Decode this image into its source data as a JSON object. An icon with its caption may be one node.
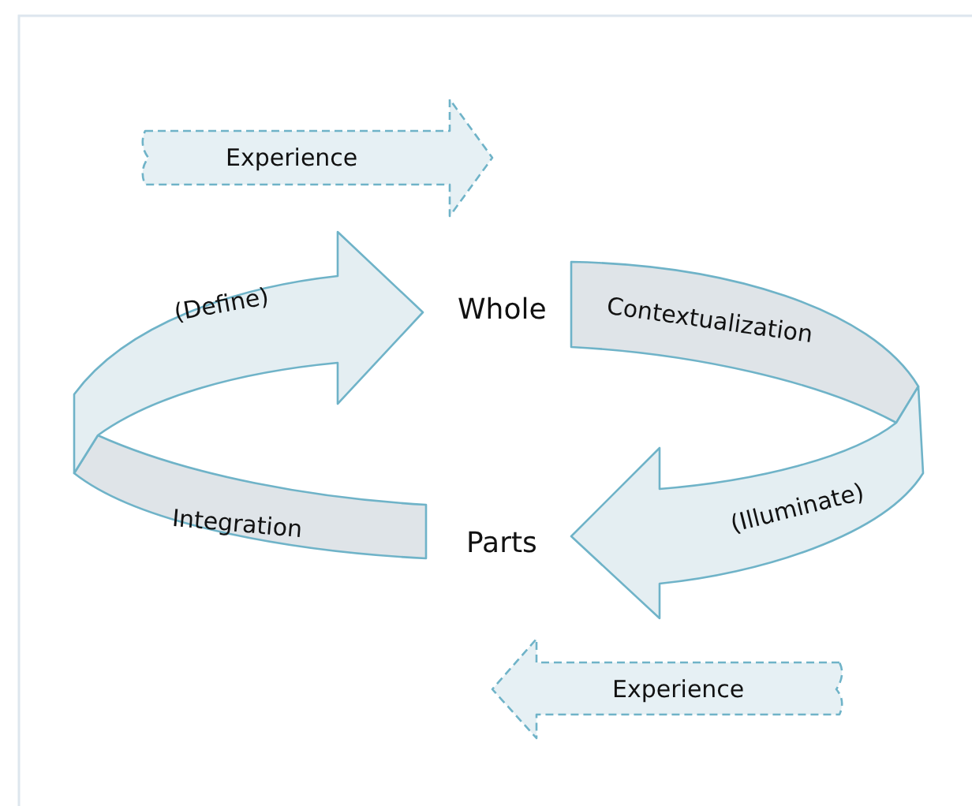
{
  "diagram": {
    "nodes": [
      {
        "text": [
          "Experience"
        ]
      },
      {
        "text": [
          "(Define)",
          "Integration"
        ]
      },
      {
        "text": [
          "Whole"
        ]
      },
      {
        "text": [
          "Contextualization",
          "(Illuminate)"
        ]
      },
      {
        "text": [
          "Parts"
        ]
      },
      {
        "text": [
          "Experience"
        ]
      }
    ]
  }
}
